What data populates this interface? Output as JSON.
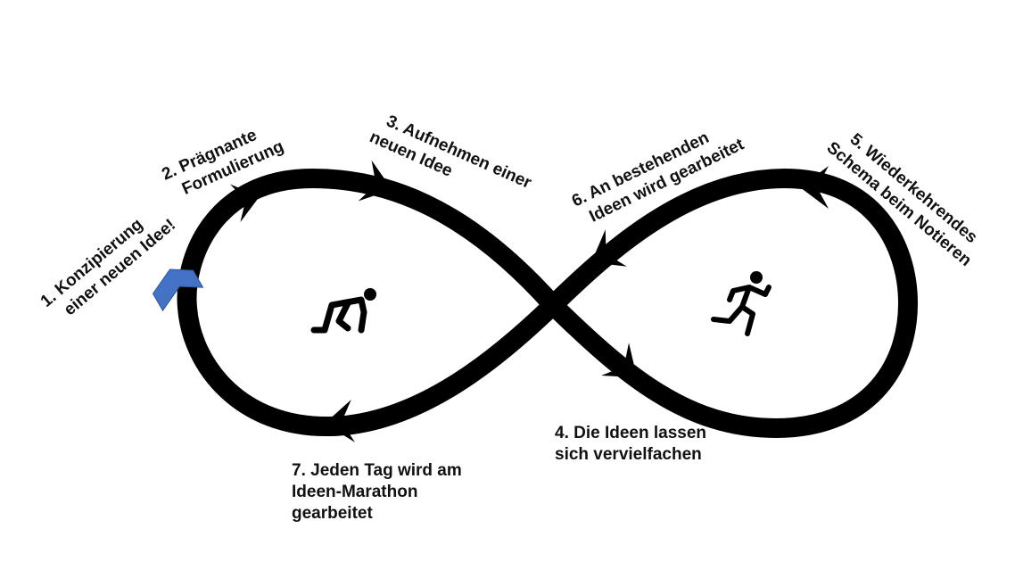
{
  "diagram": {
    "colors": {
      "loop": "#000000",
      "start_marker": "#4472C4",
      "text": "#111111",
      "background": "#ffffff"
    },
    "icons": {
      "left_loop": "crouching-runner-icon",
      "right_loop": "running-person-icon",
      "start": "blue-chevron-start-marker"
    },
    "steps": [
      {
        "id": 1,
        "lines": [
          "1. Konzipierung",
          "einer neuen Idee!"
        ]
      },
      {
        "id": 2,
        "lines": [
          "2. Prägnante",
          "Formulierung"
        ]
      },
      {
        "id": 3,
        "lines": [
          "3. Aufnehmen einer",
          "neuen Idee"
        ]
      },
      {
        "id": 4,
        "lines": [
          "4. Die Ideen lassen",
          "sich vervielfachen"
        ]
      },
      {
        "id": 5,
        "lines": [
          "5. Wiederkehrendes",
          "Schema beim Notieren"
        ]
      },
      {
        "id": 6,
        "lines": [
          "6. An bestehenden",
          "Ideen wird gearbeitet"
        ]
      },
      {
        "id": 7,
        "lines": [
          "7. Jeden Tag wird am",
          "Ideen-Marathon",
          "gearbeitet"
        ]
      }
    ]
  }
}
